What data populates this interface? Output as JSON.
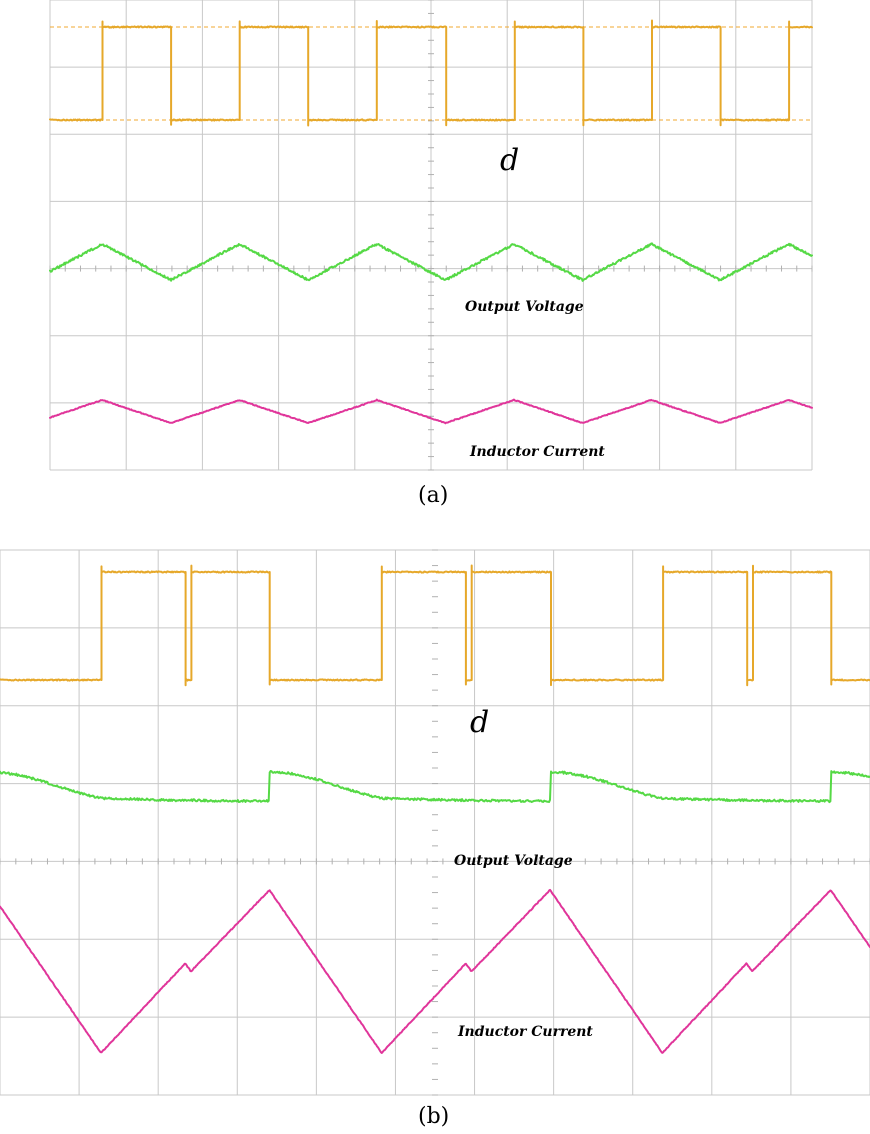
{
  "chart_data": [
    {
      "type": "line",
      "caption": "(a)",
      "annotations": {
        "duty": "d",
        "voltage": "Output Voltage",
        "current": "Inductor Current"
      },
      "grid": true,
      "period": 1,
      "cycles": 5.55,
      "start_phase": -0.38,
      "series": [
        {
          "key": "d",
          "color": "#e6a82a",
          "shape": "pwm",
          "duty_pulses": [
            [
              0,
              0.5
            ]
          ]
        },
        {
          "key": "vout",
          "color": "#55d945",
          "shape": "triangle",
          "peaks": [
            [
              0,
              1
            ],
            [
              0.5,
              0
            ]
          ]
        },
        {
          "key": "il",
          "color": "#e0359a",
          "shape": "triangle",
          "peaks": [
            [
              0,
              1
            ],
            [
              0.5,
              0
            ]
          ]
        }
      ]
    },
    {
      "type": "line",
      "caption": "(b)",
      "annotations": {
        "duty": "d",
        "voltage": "Output Voltage",
        "current": "Inductor Current"
      },
      "grid": true,
      "period": 1,
      "cycles": 3.1,
      "start_phase": -0.36,
      "series": [
        {
          "key": "d",
          "color": "#e6a82a",
          "shape": "pwm",
          "duty_pulses": [
            [
              0,
              0.3
            ],
            [
              0.32,
              0.6
            ]
          ]
        },
        {
          "key": "vout",
          "color": "#55d945",
          "shape": "smooth",
          "peaks": [
            [
              0.6,
              1
            ],
            [
              0,
              0.2
            ],
            [
              -0.4,
              0
            ]
          ]
        },
        {
          "key": "il",
          "color": "#e0359a",
          "shape": "sawtooth",
          "peaks": [
            [
              0,
              0
            ],
            [
              0.3,
              0.55
            ],
            [
              0.32,
              0.5
            ],
            [
              0.6,
              1
            ]
          ]
        }
      ]
    }
  ],
  "colors": {
    "grid": "#c8c8c8",
    "duty": "#e6a82a",
    "voltage": "#55d945",
    "current": "#e0359a"
  }
}
